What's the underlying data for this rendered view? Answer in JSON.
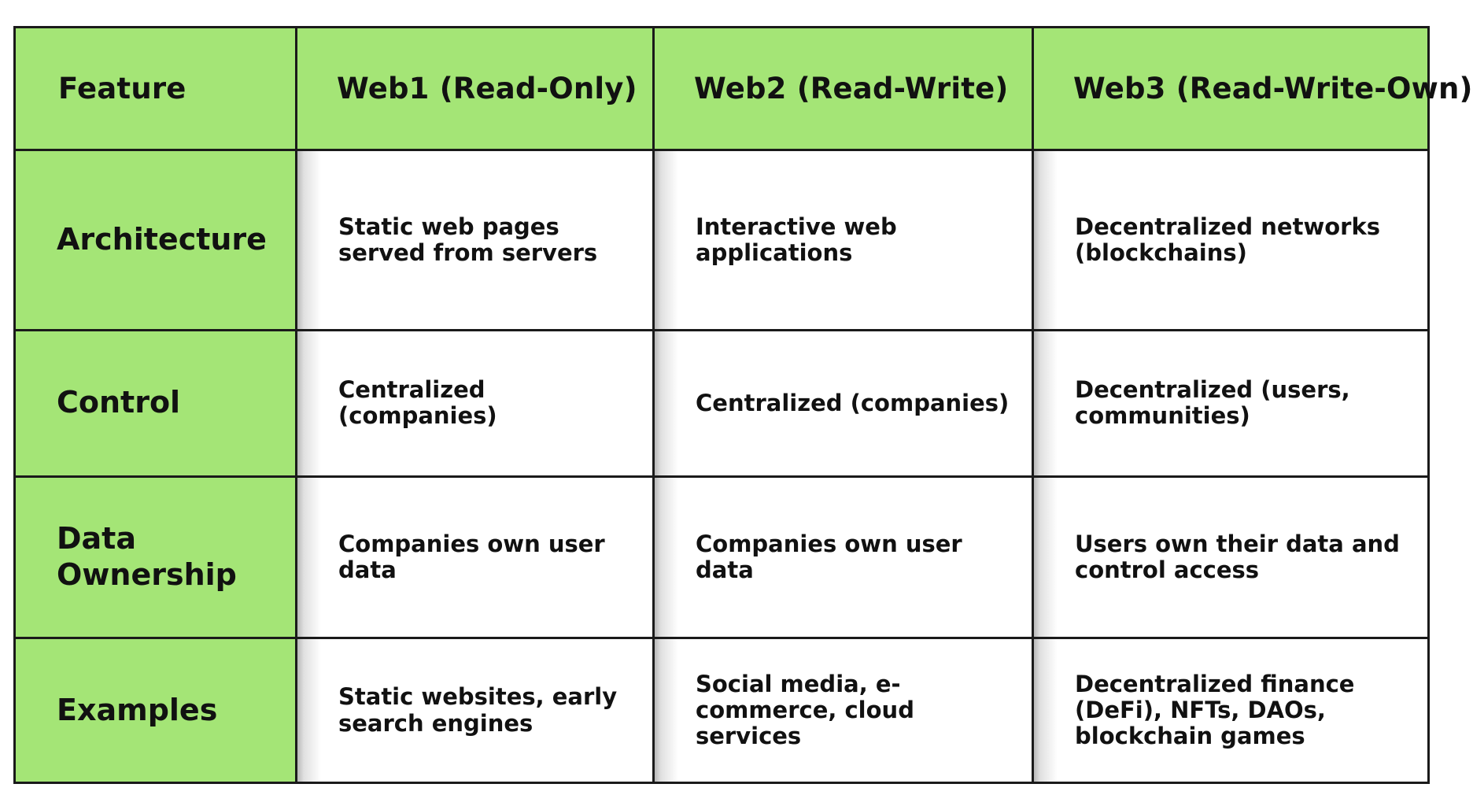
{
  "table": {
    "headers": [
      "Feature",
      "Web1 (Read-Only)",
      "Web2 (Read-Write)",
      "Web3 (Read-Write-Own)"
    ],
    "rows": [
      {
        "feature": "Architecture",
        "web1": "Static web pages served from servers",
        "web2": "Interactive web applications",
        "web3": "Decentralized networks (blockchains)"
      },
      {
        "feature": "Control",
        "web1": "Centralized (companies)",
        "web2": "Centralized (companies)",
        "web3": "Decentralized (users, communities)"
      },
      {
        "feature": "Data Ownership",
        "web1": "Companies own user data",
        "web2": "Companies own user data",
        "web3": "Users own their data and control access"
      },
      {
        "feature": "Examples",
        "web1": "Static websites, early search engines",
        "web2": "Social media, e-commerce, cloud services",
        "web3": "Decentralized finance (DeFi), NFTs, DAOs, blockchain games"
      }
    ]
  },
  "colors": {
    "header_bg": "#a4e576",
    "border": "#1a1a1a",
    "cell_bg": "#ffffff"
  }
}
